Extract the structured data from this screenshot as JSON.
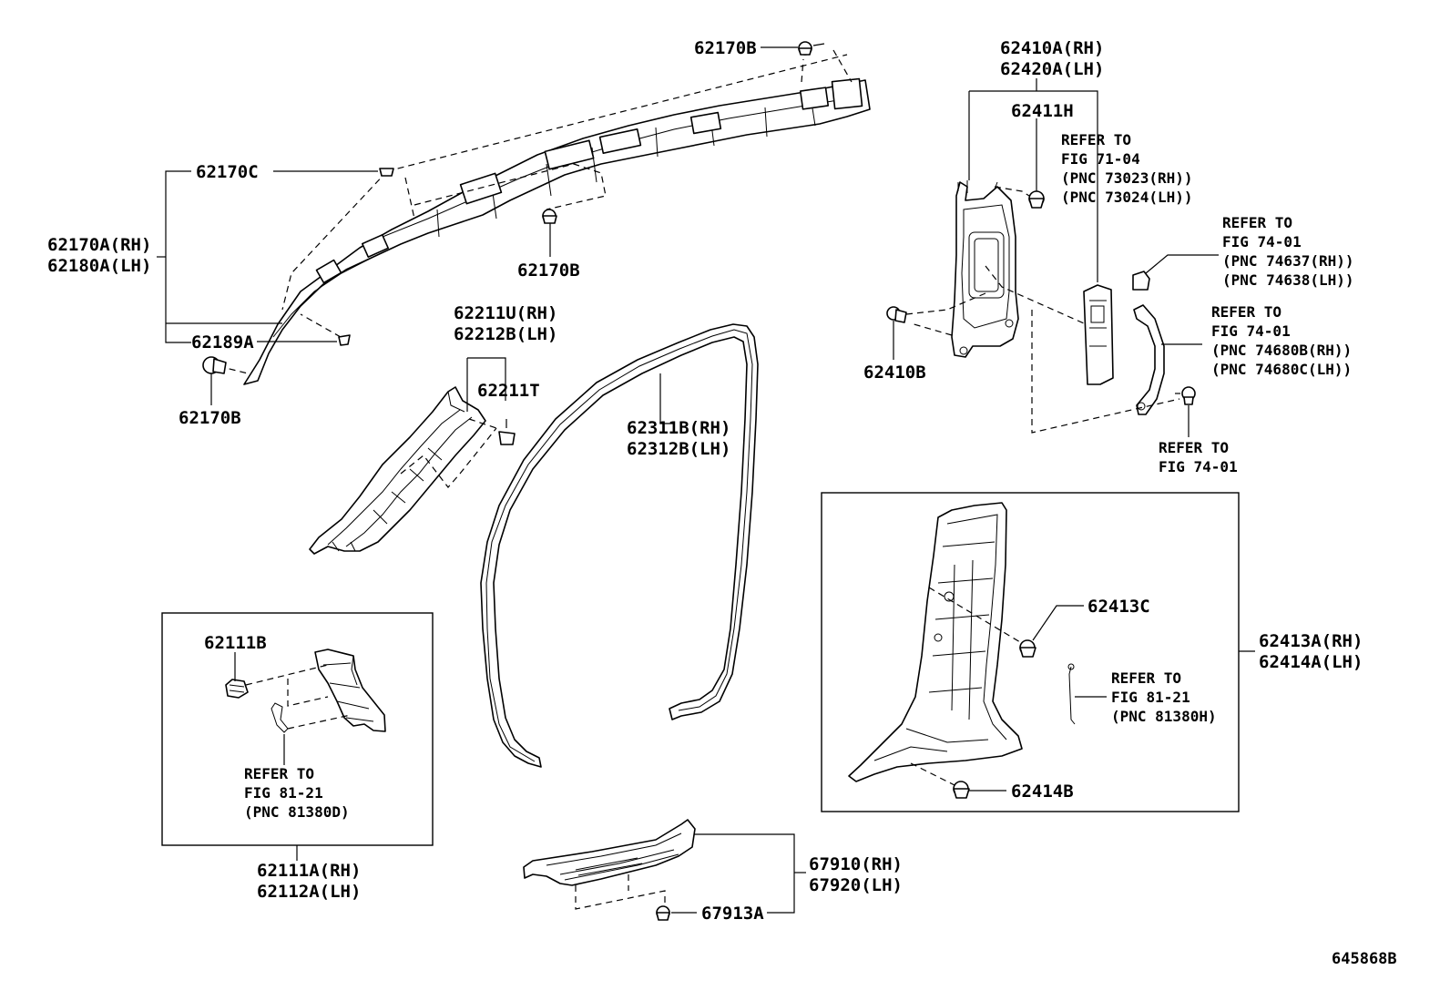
{
  "labels": {
    "p62170B_top": "62170B",
    "p62170C": "62170C",
    "p62170A_rh": "62170A(RH)",
    "p62180A_lh": "62180A(LH)",
    "p62189A": "62189A",
    "p62170B_left": "62170B",
    "p62170B_mid": "62170B",
    "p62211U_rh": "62211U(RH)",
    "p62212B_lh": "62212B(LH)",
    "p62211T": "62211T",
    "p62311B_rh": "62311B(RH)",
    "p62312B_lh": "62312B(LH)",
    "p62410A_rh": "62410A(RH)",
    "p62420A_lh": "62420A(LH)",
    "p62411H": "62411H",
    "p62410B": "62410B",
    "p62413C": "62413C",
    "p62413A_rh": "62413A(RH)",
    "p62414A_lh": "62414A(LH)",
    "p62414B": "62414B",
    "p62111B": "62111B",
    "p62111A_rh": "62111A(RH)",
    "p62112A_lh": "62112A(LH)",
    "p67910_rh": "67910(RH)",
    "p67920_lh": "67920(LH)",
    "p67913A": "67913A",
    "figure_id": "645868B"
  },
  "references": {
    "ref_71_04": {
      "l1": "REFER TO",
      "l2": "FIG 71-04",
      "l3": "(PNC 73023(RH))",
      "l4": "(PNC 73024(LH))"
    },
    "ref_74_01_a": {
      "l1": "REFER TO",
      "l2": "FIG 74-01",
      "l3": "(PNC 74637(RH))",
      "l4": "(PNC 74638(LH))"
    },
    "ref_74_01_b": {
      "l1": "REFER TO",
      "l2": "FIG 74-01",
      "l3": "(PNC 74680B(RH))",
      "l4": "(PNC 74680C(LH))"
    },
    "ref_74_01_c": {
      "l1": "REFER TO",
      "l2": "FIG 74-01"
    },
    "ref_81_21_a": {
      "l1": "REFER TO",
      "l2": "FIG 81-21",
      "l3": "(PNC 81380H)"
    },
    "ref_81_21_b": {
      "l1": "REFER TO",
      "l2": "FIG 81-21",
      "l3": "(PNC 81380D)"
    }
  }
}
